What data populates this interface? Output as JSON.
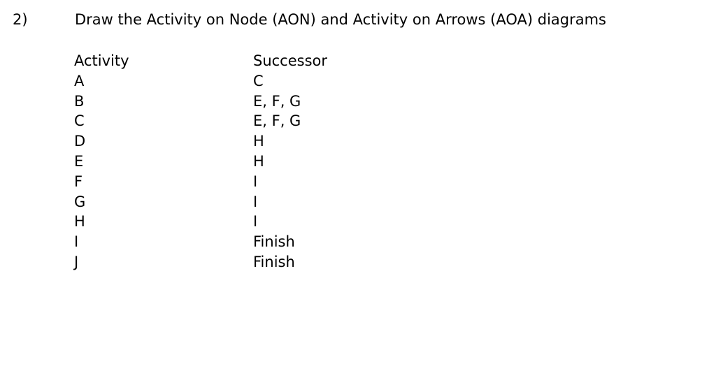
{
  "question": {
    "number": "2)",
    "text": "Draw the Activity on Node (AON) and Activity on Arrows (AOA) diagrams"
  },
  "table": {
    "headers": {
      "activity": "Activity",
      "successor": "Successor"
    },
    "rows": [
      {
        "activity": "A",
        "successor": "C"
      },
      {
        "activity": "B",
        "successor": "E, F, G"
      },
      {
        "activity": "C",
        "successor": "E, F, G"
      },
      {
        "activity": "D",
        "successor": "H"
      },
      {
        "activity": "E",
        "successor": "H"
      },
      {
        "activity": "F",
        "successor": "I"
      },
      {
        "activity": "G",
        "successor": "I"
      },
      {
        "activity": "H",
        "successor": "I"
      },
      {
        "activity": "I",
        "successor": "Finish"
      },
      {
        "activity": "J",
        "successor": "Finish"
      }
    ]
  },
  "style": {
    "text_color": "#000000",
    "background_color": "#ffffff"
  }
}
